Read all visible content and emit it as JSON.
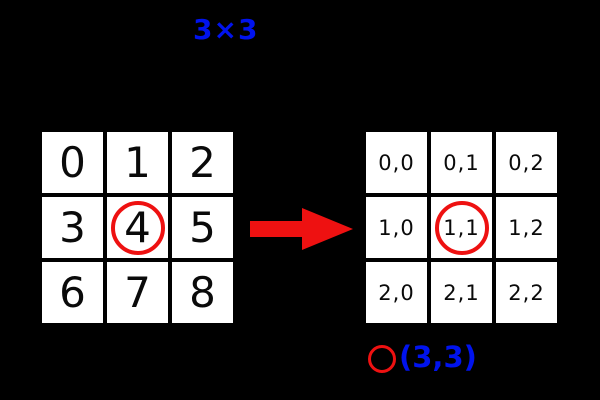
{
  "title": "3×3",
  "colors": {
    "background": "#000000",
    "cell_background": "#ffffff",
    "cell_text": "#0a0a0a",
    "accent_red": "#ee1111",
    "accent_blue": "#0013ee"
  },
  "left_grid": {
    "description": "flat index values",
    "rows": [
      [
        "0",
        "1",
        "2"
      ],
      [
        "3",
        "4",
        "5"
      ],
      [
        "6",
        "7",
        "8"
      ]
    ],
    "circled_value": "4",
    "circled_cell": {
      "row": 1,
      "col": 1
    }
  },
  "right_grid": {
    "description": "row,column index pairs",
    "rows": [
      [
        "0,0",
        "0,1",
        "0,2"
      ],
      [
        "1,0",
        "1,1",
        "1,2"
      ],
      [
        "2,0",
        "2,1",
        "2,2"
      ]
    ],
    "circled_value": "1,1",
    "circled_cell": {
      "row": 1,
      "col": 1
    }
  },
  "arrow": {
    "icon": "right-arrow",
    "color": "#ee1111"
  },
  "legend": {
    "icon": "red-circle",
    "label": "(3,3)"
  }
}
